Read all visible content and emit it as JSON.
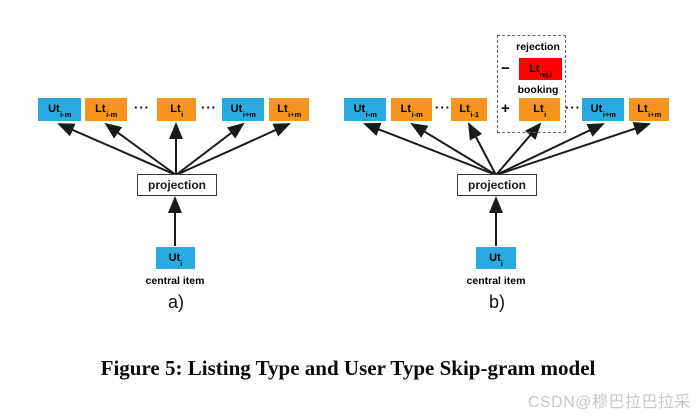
{
  "figure": {
    "caption": "Figure 5: Listing Type and User Type Skip-gram model",
    "watermark": "CSDN@穆巴拉巴拉采"
  },
  "colors": {
    "user_box": "#29ABE2",
    "listing_box": "#F7941E",
    "rejection_box": "#FF0000",
    "arrow": "#1a1a1a"
  },
  "diagram_a": {
    "label": "a)",
    "projection_label": "projection",
    "central_item_label": "central item",
    "ellipsis": "···",
    "central_box": {
      "main": "Ut",
      "sub": "i"
    },
    "context_boxes": [
      {
        "main": "Ut",
        "sub": "i-m"
      },
      {
        "main": "Lt",
        "sub": "i-m"
      },
      {
        "main": "Lt",
        "sub": "i"
      },
      {
        "main": "Ut",
        "sub": "i+m"
      },
      {
        "main": "Lt",
        "sub": "i+m"
      }
    ]
  },
  "diagram_b": {
    "label": "b)",
    "projection_label": "projection",
    "central_item_label": "central item",
    "ellipsis": "···",
    "rejection_label": "rejection",
    "booking_label": "booking",
    "minus_sign": "−",
    "plus_sign": "+",
    "rejection_box": {
      "main": "Lt",
      "sub": "rej,i"
    },
    "central_box": {
      "main": "Ut",
      "sub": "i"
    },
    "context_boxes": [
      {
        "main": "Ut",
        "sub": "i-m"
      },
      {
        "main": "Lt",
        "sub": "i-m"
      },
      {
        "main": "Lt",
        "sub": "i-1"
      },
      {
        "main": "Lt",
        "sub": "i"
      },
      {
        "main": "Ut",
        "sub": "i+m"
      },
      {
        "main": "Lt",
        "sub": "i+m"
      }
    ]
  }
}
